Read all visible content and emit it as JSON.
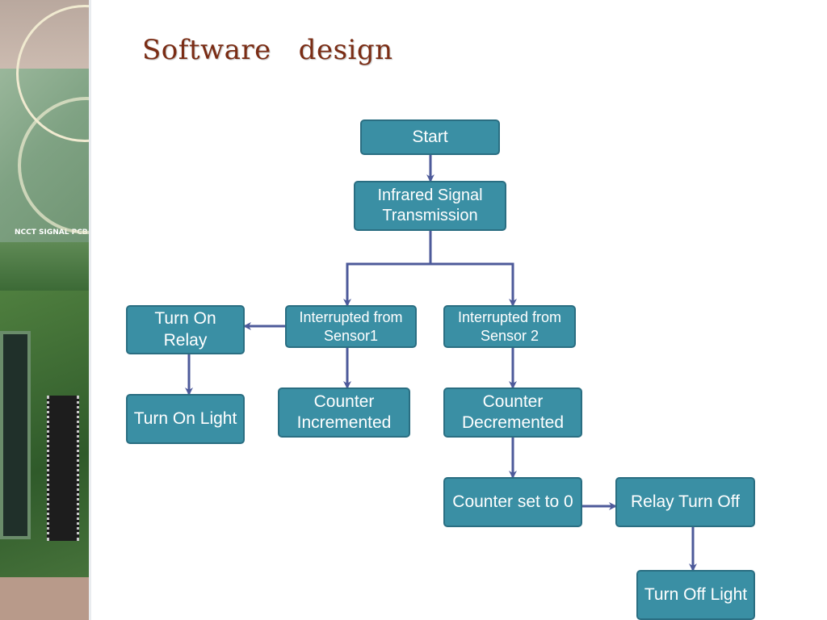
{
  "slide": {
    "title": "Software   design"
  },
  "photo": {
    "board_label": "NCCT SIGNAL PCB"
  },
  "flowchart": {
    "nodes": {
      "start": "Start",
      "ir": "Infrared Signal Transmission",
      "int1": "Interrupted from Sensor1",
      "int2": "Interrupted from Sensor 2",
      "relay_on": "Turn On Relay",
      "light_on": "Turn On Light",
      "cnt_inc": "Counter Incremented",
      "cnt_dec": "Counter Decremented",
      "cnt_zero": "Counter set to 0",
      "relay_off": "Relay Turn Off",
      "light_off": "Turn Off Light"
    },
    "connections": [
      [
        "start",
        "ir"
      ],
      [
        "ir",
        "int1"
      ],
      [
        "ir",
        "int2"
      ],
      [
        "int1",
        "relay_on"
      ],
      [
        "relay_on",
        "light_on"
      ],
      [
        "int1",
        "cnt_inc"
      ],
      [
        "int2",
        "cnt_dec"
      ],
      [
        "cnt_dec",
        "cnt_zero"
      ],
      [
        "cnt_zero",
        "relay_off"
      ],
      [
        "relay_off",
        "light_off"
      ]
    ]
  },
  "colors": {
    "node_fill": "#3a8fa4",
    "node_border": "#2a6e82",
    "connector": "#4d5a9a",
    "title": "#7a2c14"
  }
}
